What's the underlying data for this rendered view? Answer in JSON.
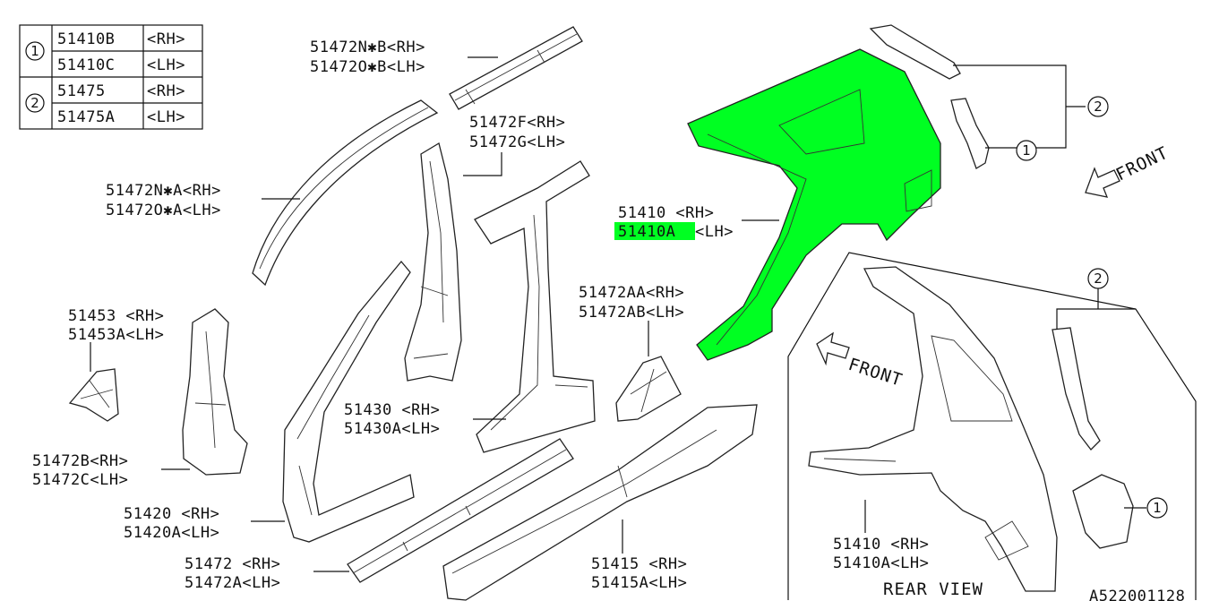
{
  "legend_table": {
    "groups": [
      {
        "marker": "1",
        "rows": [
          {
            "part": "51410B",
            "side": "<RH>"
          },
          {
            "part": "51410C",
            "side": "<LH>"
          }
        ]
      },
      {
        "marker": "2",
        "rows": [
          {
            "part": "51475",
            "side": "<RH>"
          },
          {
            "part": "51475A",
            "side": "<LH>"
          }
        ]
      }
    ]
  },
  "callouts": {
    "c_51472nb": {
      "rh": "51472N✱B<RH>",
      "lh": "51472O✱B<LH>"
    },
    "c_51472f": {
      "rh": "51472F<RH>",
      "lh": "51472G<LH>"
    },
    "c_51472na": {
      "rh": "51472N✱A<RH>",
      "lh": "51472O✱A<LH>"
    },
    "c_51410": {
      "rh": "51410  <RH>",
      "lh_part": "51410A",
      "lh_side": "<LH>"
    },
    "c_51453": {
      "rh": "51453 <RH>",
      "lh": "51453A<LH>"
    },
    "c_51472aa": {
      "rh": "51472AA<RH>",
      "lh": "51472AB<LH>"
    },
    "c_51430": {
      "rh": "51430 <RH>",
      "lh": "51430A<LH>"
    },
    "c_51472b": {
      "rh": "51472B<RH>",
      "lh": "51472C<LH>"
    },
    "c_51420": {
      "rh": "51420 <RH>",
      "lh": "51420A<LH>"
    },
    "c_51472": {
      "rh": "51472 <RH>",
      "lh": "51472A<LH>"
    },
    "c_51415": {
      "rh": "51415 <RH>",
      "lh": "51415A<LH>"
    },
    "c_51410_rear": {
      "rh": "51410 <RH>",
      "lh": "51410A<LH>"
    }
  },
  "markers": {
    "top_2": "2",
    "top_1": "1",
    "rear_2": "2",
    "rear_1": "1"
  },
  "front_label": "FRONT",
  "front_label_rear": "FRONT",
  "rear_view_label": "REAR VIEW",
  "diagram_code": "A522001128",
  "highlight_color": "#00ff22"
}
